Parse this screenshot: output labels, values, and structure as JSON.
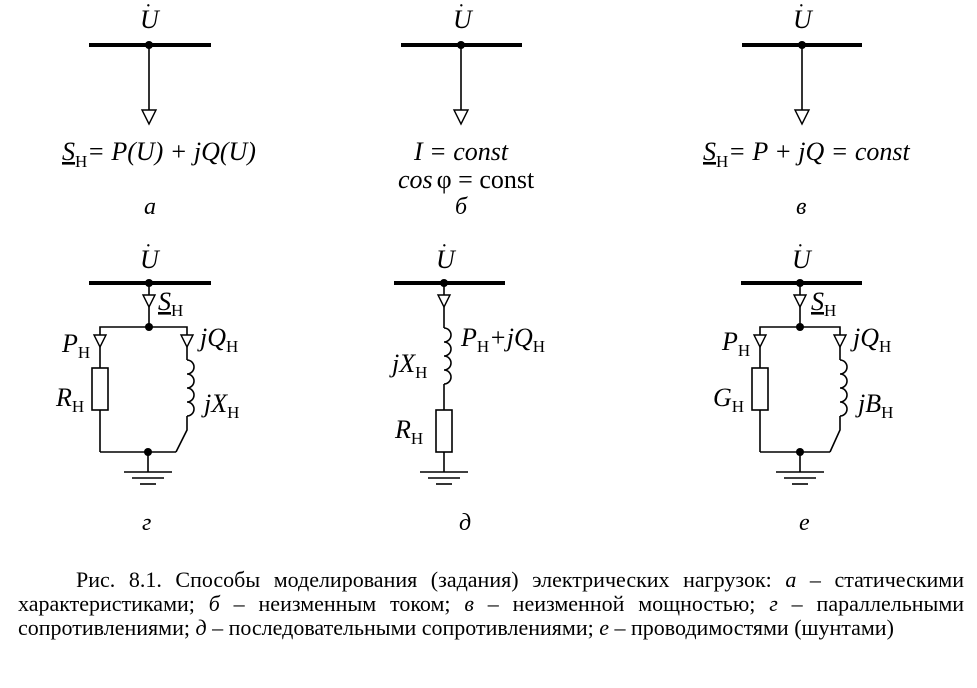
{
  "panels": {
    "a": {
      "voltage": "U",
      "formula": {
        "S": "S",
        "S_sub": "Н",
        "rest": "= P(U) + jQ(U)"
      },
      "letter": "а"
    },
    "b": {
      "voltage": "U",
      "line1": "I = const",
      "line2_cos": "cos",
      "line2_rest": "φ = const",
      "letter": "б"
    },
    "v": {
      "voltage": "U",
      "formula": {
        "S": "S",
        "S_sub": "Н",
        "rest": "= P + jQ = const"
      },
      "letter": "в"
    },
    "g": {
      "voltage": "U",
      "S": "S",
      "S_sub": "Н",
      "P": "P",
      "P_sub": "Н",
      "jQ": "jQ",
      "jQ_sub": "Н",
      "R": "R",
      "R_sub": "Н",
      "jX": "jX",
      "jX_sub": "Н",
      "letter": "г"
    },
    "d": {
      "voltage": "U",
      "P": "P",
      "P_sub": "Н",
      "plus": "+",
      "jQ": "jQ",
      "jQ_sub": "Н",
      "jX": "jX",
      "jX_sub": "Н",
      "R": "R",
      "R_sub": "Н",
      "letter": "д"
    },
    "e": {
      "voltage": "U",
      "S": "S",
      "S_sub": "Н",
      "P": "P",
      "P_sub": "Н",
      "jQ": "jQ",
      "jQ_sub": "Н",
      "G": "G",
      "G_sub": "Н",
      "jB": "jB",
      "jB_sub": "Н",
      "letter": "е"
    }
  },
  "caption": {
    "prefix": "Рис. 8.1. Способы моделирования (задания) электрических нагрузок: ",
    "a_letter": "а",
    "a_text": " – статическими характеристиками; ",
    "b_letter": "б",
    "b_text": " – неизменным током; ",
    "v_letter": "в",
    "v_text": " – неизменной мощностью; ",
    "g_letter": "г",
    "g_text": " – параллельными сопротивлениями; ",
    "d_letter": "д",
    "d_text": " – последовательными сопротивлениями; ",
    "e_letter": "е",
    "e_text": " – проводимостями (шунтами)"
  }
}
